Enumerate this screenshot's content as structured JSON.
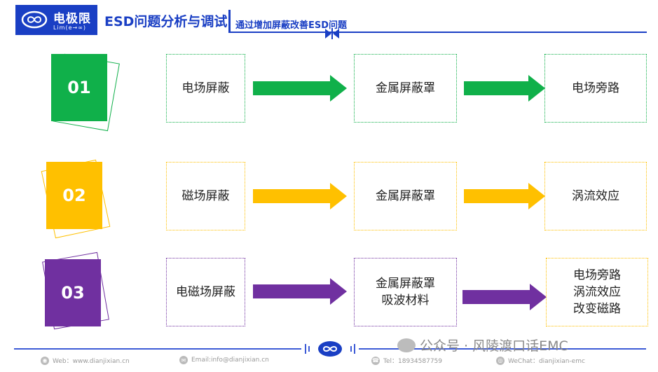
{
  "header": {
    "logo_name": "电极限",
    "logo_sub": "Lim(e→∞)",
    "title": "ESD问题分析与调试",
    "subtitle": "通过增加屏蔽改善ESD问题"
  },
  "colors": {
    "brand": "#1a3fc4",
    "green": "#10b04a",
    "yellow": "#ffc000",
    "purple": "#7030a0"
  },
  "rows": [
    {
      "num": "01",
      "box1": "电场屏蔽",
      "box2": [
        "金属屏蔽罩"
      ],
      "box3": [
        "电场旁路"
      ]
    },
    {
      "num": "02",
      "box1": "磁场屏蔽",
      "box2": [
        "金属屏蔽罩"
      ],
      "box3": [
        "涡流效应"
      ]
    },
    {
      "num": "03",
      "box1": "电磁场屏蔽",
      "box2": [
        "金属屏蔽罩",
        "吸波材料"
      ],
      "box3": [
        "电场旁路",
        "涡流效应",
        "改变磁路"
      ]
    }
  ],
  "footer": {
    "web": "Web：www.dianjixian.cn",
    "email": "Email:info@dianjixian.cn",
    "tel": "Tel：18934587759",
    "wechat": "WeChat：dianjixian-emc",
    "watermark": "公众号 · 风陵渡口话EMC"
  }
}
